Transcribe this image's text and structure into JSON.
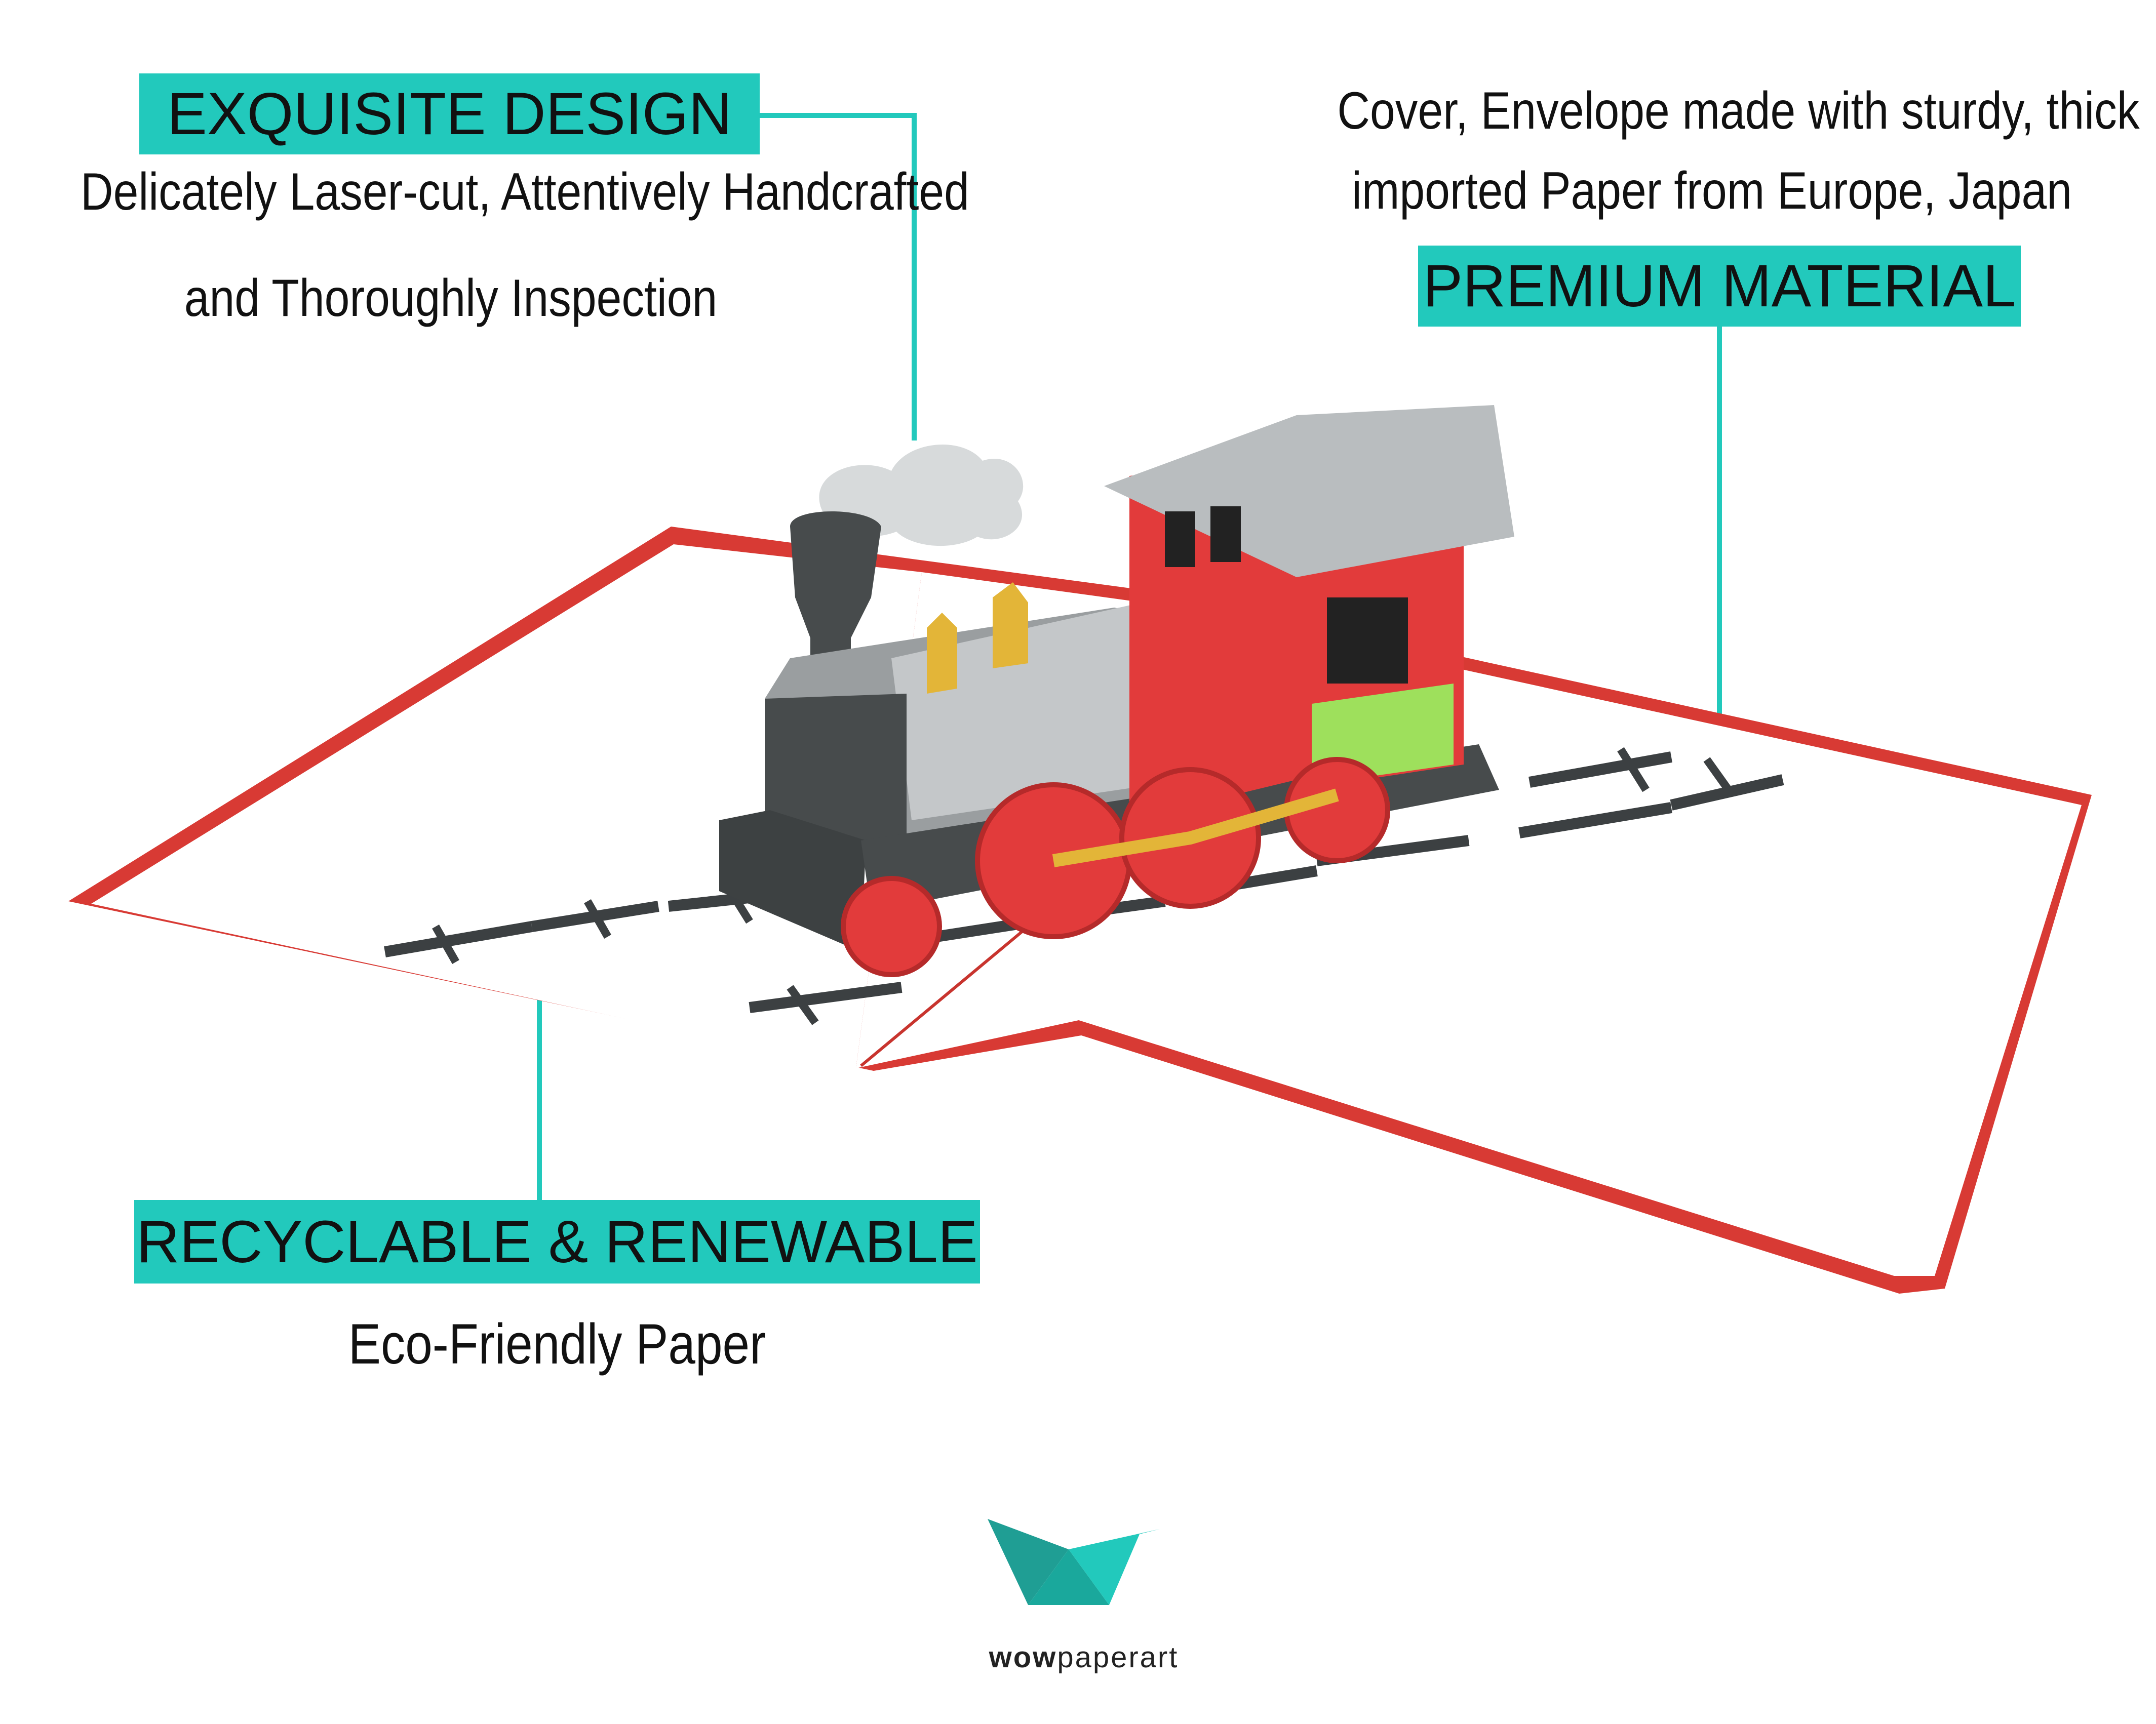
{
  "callouts": {
    "exquisite": {
      "badge": "EXQUISITE DESIGN",
      "line1": "Delicately Laser-cut, Attentively Handcrafted",
      "line2": "and Thoroughly Inspection"
    },
    "premium": {
      "line1": "Cover, Envelope made with sturdy, thick",
      "line2": "imported Paper from Europe, Japan",
      "badge": "PREMIUM MATERIAL"
    },
    "recyclable": {
      "badge": "RECYCLABLE & RENEWABLE",
      "line1": "Eco-Friendly Paper"
    }
  },
  "logo": {
    "brand_strong": "wow",
    "brand_rest": "paperart",
    "icon": "crane-logo-icon"
  },
  "colors": {
    "accent": "#22c9bc",
    "card_border": "#d83a34",
    "train_red": "#e23b3b",
    "train_dark": "#474b4c",
    "roof_gray": "#b9bdbf",
    "panel_green": "#9ee05c",
    "gold": "#e3b538"
  }
}
